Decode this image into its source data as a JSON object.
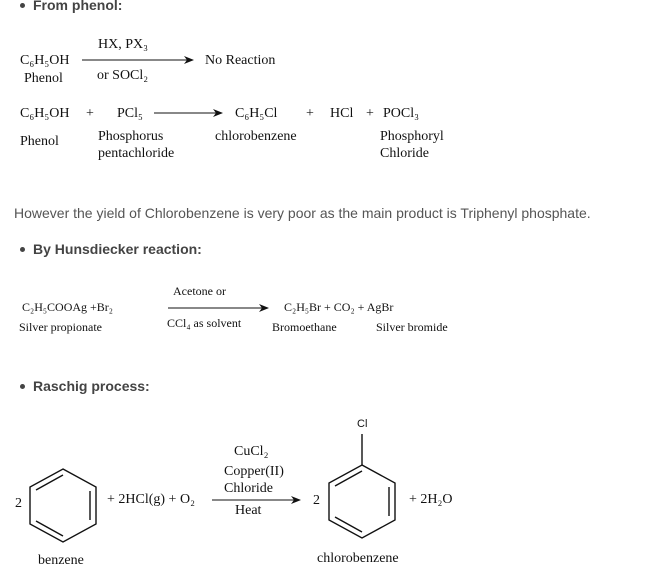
{
  "heading_phenol": "From phenol:",
  "r1": {
    "reactant": "C₆H₅OH",
    "reactant_name": "Phenol",
    "above": "HX, PX₃",
    "below": "or SOCl₂",
    "product": "No Reaction"
  },
  "r2": {
    "reactant1": "C₆H₅OH",
    "plus1": "+",
    "reactant2": "PCl₅",
    "product1": "C₆H₅Cl",
    "plus2": "+",
    "product2": "HCl",
    "plus3": "+",
    "product3": "POCl₃",
    "name1": "Phenol",
    "name2_line1": "Phosphorus",
    "name2_line2": "pentachloride",
    "name3": "chlorobenzene",
    "name4_line1": "Phosphoryl",
    "name4_line2": "Chloride"
  },
  "paragraph": "However the yield of Chlorobenzene is very poor as the main product is Triphenyl phosphate.",
  "heading_hunsdiecker": "By Hunsdiecker reaction:",
  "r3": {
    "reactants": "C₂H₅COOAg  +Br₂",
    "reactant_name": "Silver propionate",
    "above": "Acetone or",
    "below": "CCl₄ as solvent",
    "products": "C₂H₅Br  +   CO₂  +  AgBr",
    "name1": "Bromoethane",
    "name2": "Silver bromide"
  },
  "heading_raschig": "Raschig process:",
  "r4": {
    "coef1": "2",
    "reagents": "+ 2HCl(g)  + O₂",
    "cond1": "CuCl₂",
    "cond2": "Copper(II)",
    "cond3": "Chloride",
    "cond4": "Heat",
    "coef2": "2",
    "water": "+ 2H₂O",
    "cl_label": "Cl",
    "benzene_name": "benzene",
    "product_name": "chlorobenzene"
  }
}
